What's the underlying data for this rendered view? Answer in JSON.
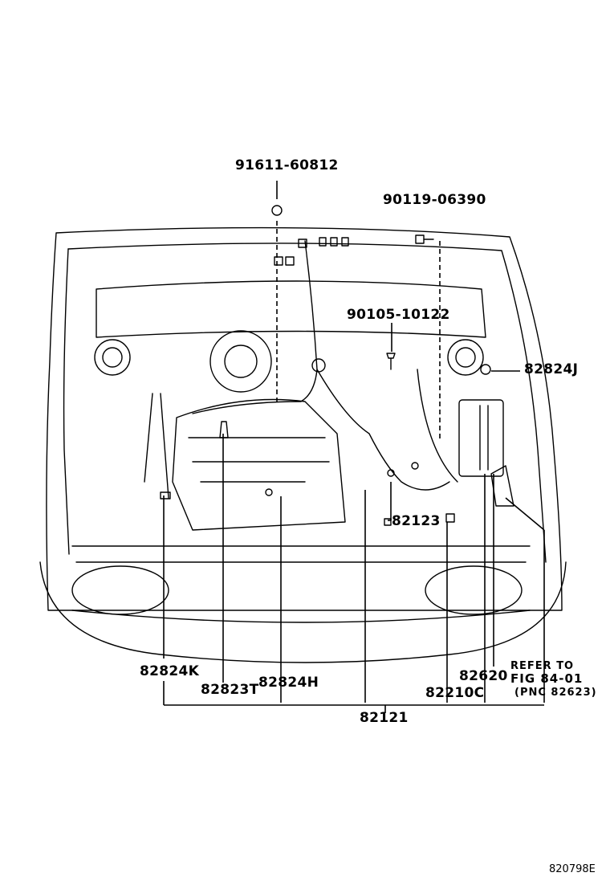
{
  "labels": {
    "p_91611_60812": "91611-60812",
    "p_90119_06390": "90119-06390",
    "p_90105_10122": "90105-10122",
    "p_82824J": "82824J",
    "p_82123": "82123",
    "p_82824K": "82824K",
    "p_82823T": "82823T",
    "p_82824H": "82824H",
    "p_82620": "82620",
    "p_82210C": "82210C",
    "p_82121": "82121",
    "refer_line1": "REFER TO",
    "refer_line2": "FIG  84-01",
    "refer_line3": "(PNC 82623)",
    "figure_id": "820798E"
  }
}
